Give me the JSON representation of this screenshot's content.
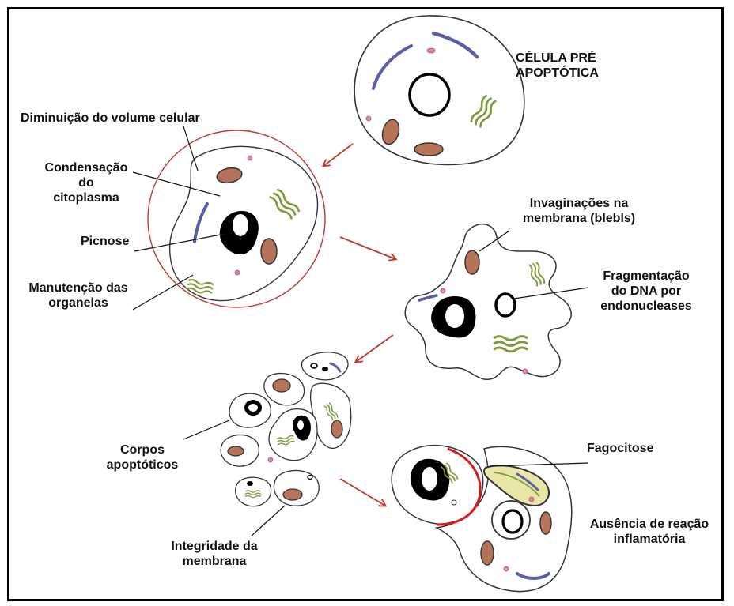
{
  "labels": {
    "pre_apoptotic": [
      "CÉLULA PRÉ",
      "APOPTÓTICA"
    ],
    "volume_decrease": "Diminuição do volume celular",
    "condensation": [
      "Condensação",
      "do",
      "citoplasma"
    ],
    "pyknosis": "Picnose",
    "organelles": [
      "Manutenção das",
      "organelas"
    ],
    "blebs": [
      "Invaginações na",
      "membrana (blebls)"
    ],
    "dna_fragmentation": [
      "Fragmentação",
      "do DNA por",
      "endonucleases"
    ],
    "apoptotic_bodies": [
      "Corpos",
      "apoptóticos"
    ],
    "membrane_integrity": [
      "Integridade da",
      "membrana"
    ],
    "phagocytosis": "Fagocitose",
    "no_inflammation": [
      "Ausência de reação",
      "inflamatória"
    ]
  },
  "colors": {
    "arrow": "#c0392b",
    "nucleus": "#000000",
    "mitochondria_fill": "#b5735a",
    "er": "#7d9a3c",
    "vesicle": "#5a5fa8",
    "lysosome": "#d98aa0",
    "phagocyte_vacuole": "#e9e6a8",
    "original_outline": "#c0392b"
  }
}
